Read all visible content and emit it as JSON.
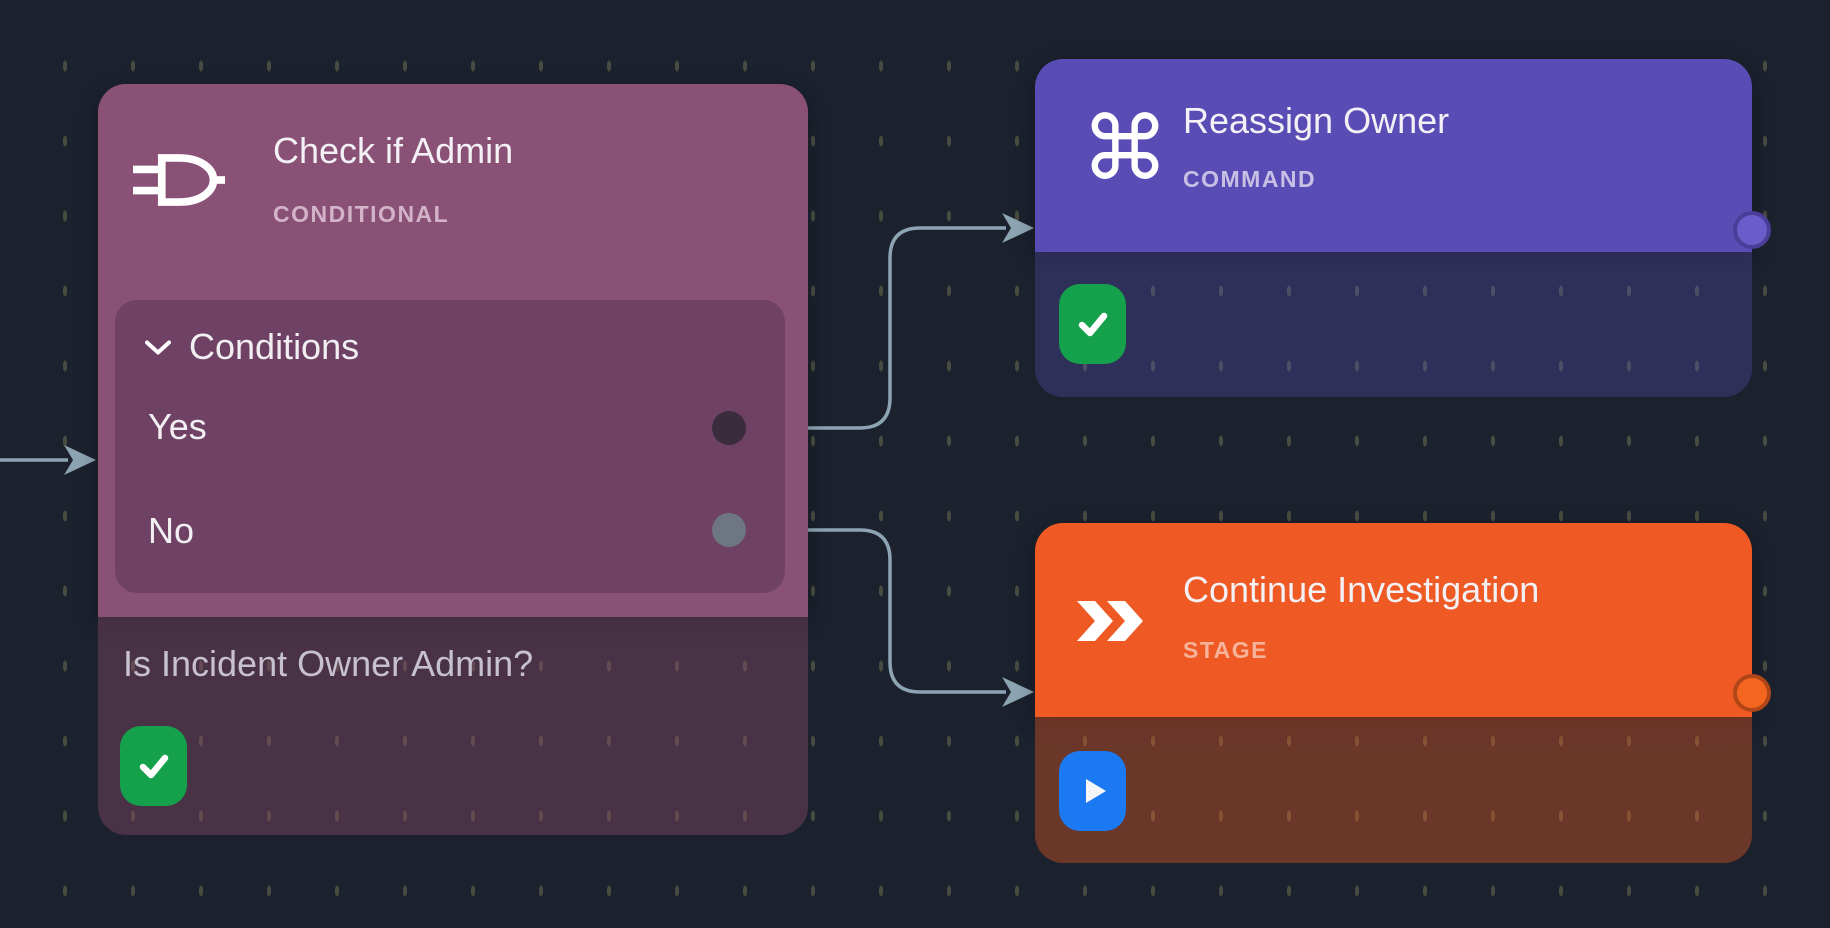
{
  "canvas": {
    "background_color": "#1b212d",
    "grid_dot_color": "#46493f",
    "edge_color": "#8da4b3"
  },
  "nodes": {
    "conditional": {
      "title": "Check if Admin",
      "type_label": "CONDITIONAL",
      "icon": "logic-gate-icon",
      "accent_color": "#8a5176",
      "conditions_header": "Conditions",
      "outputs": [
        {
          "label": "Yes",
          "port_color": "#3a2b3d"
        },
        {
          "label": "No",
          "port_color": "#6e7682"
        }
      ],
      "description": "Is Incident Owner Admin?",
      "status": "success",
      "status_color": "#15a04b"
    },
    "command": {
      "title": "Reassign Owner",
      "type_label": "COMMAND",
      "icon": "command-icon",
      "accent_color": "#5a4cb5",
      "status": "success",
      "status_color": "#15a04b"
    },
    "stage": {
      "title": "Continue Investigation",
      "type_label": "STAGE",
      "icon": "double-chevron-icon",
      "accent_color": "#ef5a24",
      "status": "play",
      "status_color": "#1b79f1"
    }
  },
  "edges": [
    {
      "from": "canvas-left",
      "to": "Check if Admin"
    },
    {
      "from": "Check if Admin : Yes",
      "to": "Reassign Owner"
    },
    {
      "from": "Check if Admin : No",
      "to": "Continue Investigation"
    }
  ]
}
